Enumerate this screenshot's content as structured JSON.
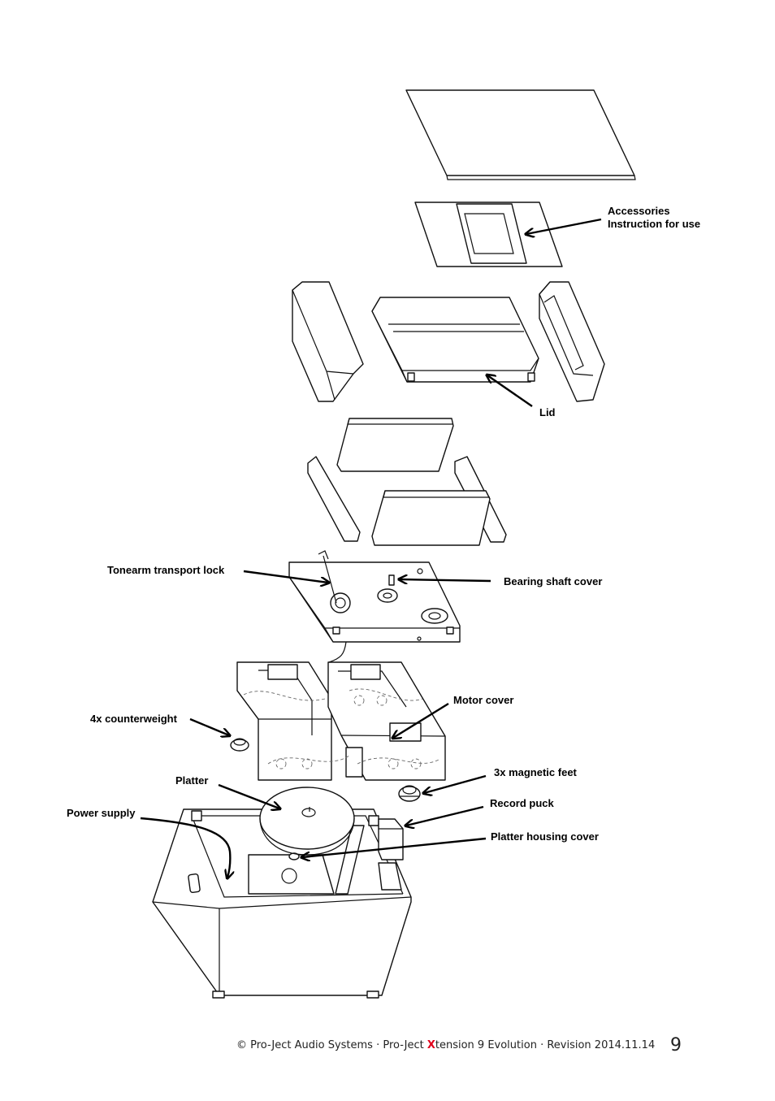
{
  "labels": {
    "accessories_line1": "Accessories",
    "accessories_line2": "Instruction for use",
    "lid": "Lid",
    "tonearm_transport_lock": "Tonearm transport lock",
    "bearing_shaft_cover": "Bearing shaft cover",
    "motor_cover": "Motor cover",
    "counterweight": "4x counterweight",
    "platter": "Platter",
    "magnetic_feet": "3x magnetic feet",
    "power_supply": "Power supply",
    "record_puck": "Record puck",
    "platter_housing_cover": "Platter housing cover"
  },
  "footer": {
    "prefix": "© Pro-Ject Audio Systems · Pro-Ject ",
    "brand_initial": "X",
    "suffix": "tension 9 Evolution · Revision 2014.11.14",
    "page_number": "9"
  },
  "colors": {
    "line": "#111111",
    "brand_red": "#e0001b"
  }
}
